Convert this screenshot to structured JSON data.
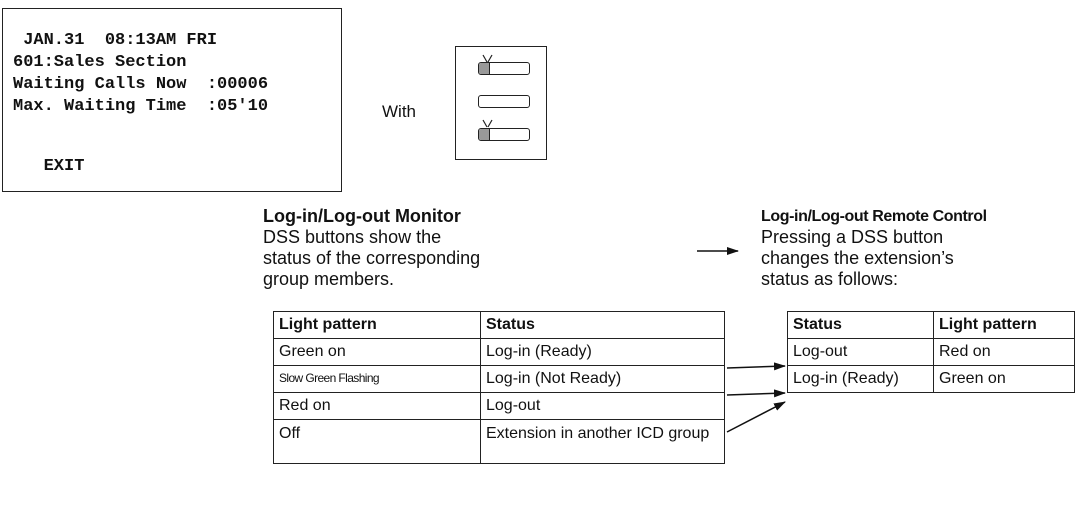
{
  "display": {
    "lines": [
      " JAN.31  08:13AM FRI",
      "601:Sales Section",
      "Waiting Calls Now  :00006",
      "Max. Waiting Time  :05'10",
      "",
      "   EXIT"
    ]
  },
  "with_label": "With",
  "monitor": {
    "title": "Log-in/Log-out Monitor",
    "description": "DSS buttons show the status of the corresponding group members.",
    "headers": [
      "Light pattern",
      "Status"
    ],
    "rows": [
      [
        "Green on",
        "Log-in (Ready)"
      ],
      [
        "Slow Green Flashing",
        "Log-in (Not Ready)"
      ],
      [
        "Red on",
        "Log-out"
      ],
      [
        "Off",
        "Extension in another ICD group"
      ]
    ]
  },
  "remote": {
    "title": "Log-in/Log-out Remote Control",
    "description": "Pressing a DSS button changes the extension’s status as follows:",
    "headers": [
      "Status",
      "Light pattern"
    ],
    "rows": [
      [
        "Log-out",
        "Red on"
      ],
      [
        "Log-in (Ready)",
        "Green on"
      ]
    ]
  },
  "colors": {
    "line": "#222222",
    "led": "#999999"
  }
}
